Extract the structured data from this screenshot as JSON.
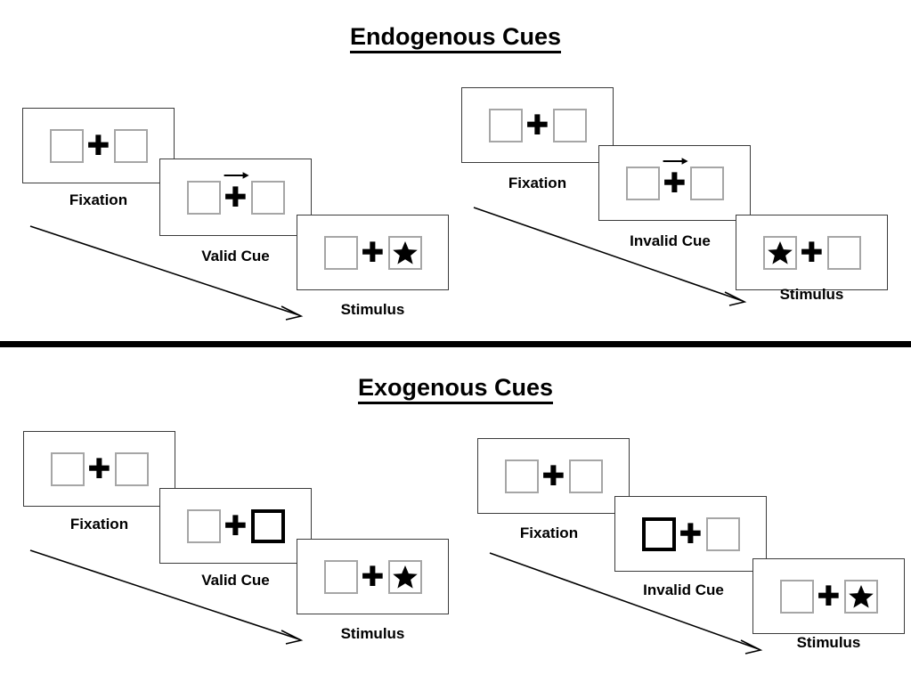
{
  "figure": {
    "title_top": "Endogenous Cues",
    "title_bottom": "Exogenous Cues",
    "colors": {
      "box_border": "#a6a6a6",
      "cued_box_border": "#000000",
      "frame_border": "#3b3b3b",
      "ink": "#000000",
      "background": "#ffffff"
    }
  },
  "sections": [
    {
      "id": "endogenous",
      "title": "Endogenous Cues",
      "columns": [
        {
          "id": "endogenous-valid",
          "frames": [
            {
              "label": "Fixation",
              "left_box": {
                "cued": false,
                "star": false
              },
              "right_box": {
                "cued": false,
                "star": false
              },
              "center": {
                "plus": true,
                "arrow": "none"
              }
            },
            {
              "label": "Valid Cue",
              "left_box": {
                "cued": false,
                "star": false
              },
              "right_box": {
                "cued": false,
                "star": false
              },
              "center": {
                "plus": true,
                "arrow": "right"
              }
            },
            {
              "label": "Stimulus",
              "left_box": {
                "cued": false,
                "star": false
              },
              "right_box": {
                "cued": false,
                "star": true
              },
              "center": {
                "plus": true,
                "arrow": "none"
              }
            }
          ]
        },
        {
          "id": "endogenous-invalid",
          "frames": [
            {
              "label": "Fixation",
              "left_box": {
                "cued": false,
                "star": false
              },
              "right_box": {
                "cued": false,
                "star": false
              },
              "center": {
                "plus": true,
                "arrow": "none"
              }
            },
            {
              "label": "Invalid Cue",
              "left_box": {
                "cued": false,
                "star": false
              },
              "right_box": {
                "cued": false,
                "star": false
              },
              "center": {
                "plus": true,
                "arrow": "right"
              }
            },
            {
              "label": "Stimulus",
              "left_box": {
                "cued": false,
                "star": true
              },
              "right_box": {
                "cued": false,
                "star": false
              },
              "center": {
                "plus": true,
                "arrow": "none"
              }
            }
          ]
        }
      ]
    },
    {
      "id": "exogenous",
      "title": "Exogenous Cues",
      "columns": [
        {
          "id": "exogenous-valid",
          "frames": [
            {
              "label": "Fixation",
              "left_box": {
                "cued": false,
                "star": false
              },
              "right_box": {
                "cued": false,
                "star": false
              },
              "center": {
                "plus": true,
                "arrow": "none"
              }
            },
            {
              "label": "Valid Cue",
              "left_box": {
                "cued": false,
                "star": false
              },
              "right_box": {
                "cued": true,
                "star": false
              },
              "center": {
                "plus": true,
                "arrow": "none"
              }
            },
            {
              "label": "Stimulus",
              "left_box": {
                "cued": false,
                "star": false
              },
              "right_box": {
                "cued": false,
                "star": true
              },
              "center": {
                "plus": true,
                "arrow": "none"
              }
            }
          ]
        },
        {
          "id": "exogenous-invalid",
          "frames": [
            {
              "label": "Fixation",
              "left_box": {
                "cued": false,
                "star": false
              },
              "right_box": {
                "cued": false,
                "star": false
              },
              "center": {
                "plus": true,
                "arrow": "none"
              }
            },
            {
              "label": "Invalid Cue",
              "left_box": {
                "cued": true,
                "star": false
              },
              "right_box": {
                "cued": false,
                "star": false
              },
              "center": {
                "plus": true,
                "arrow": "none"
              }
            },
            {
              "label": "Stimulus",
              "left_box": {
                "cued": false,
                "star": false
              },
              "right_box": {
                "cued": false,
                "star": true
              },
              "center": {
                "plus": true,
                "arrow": "none"
              }
            }
          ]
        }
      ]
    }
  ],
  "glyphs": {
    "plus": "✚",
    "star": "star-glyph",
    "cue_arrow": "arrow-right-icon",
    "time_arrow": "time-progression-arrow"
  },
  "labels": {
    "fixation": "Fixation",
    "valid_cue": "Valid Cue",
    "invalid_cue": "Invalid Cue",
    "stimulus": "Stimulus"
  }
}
